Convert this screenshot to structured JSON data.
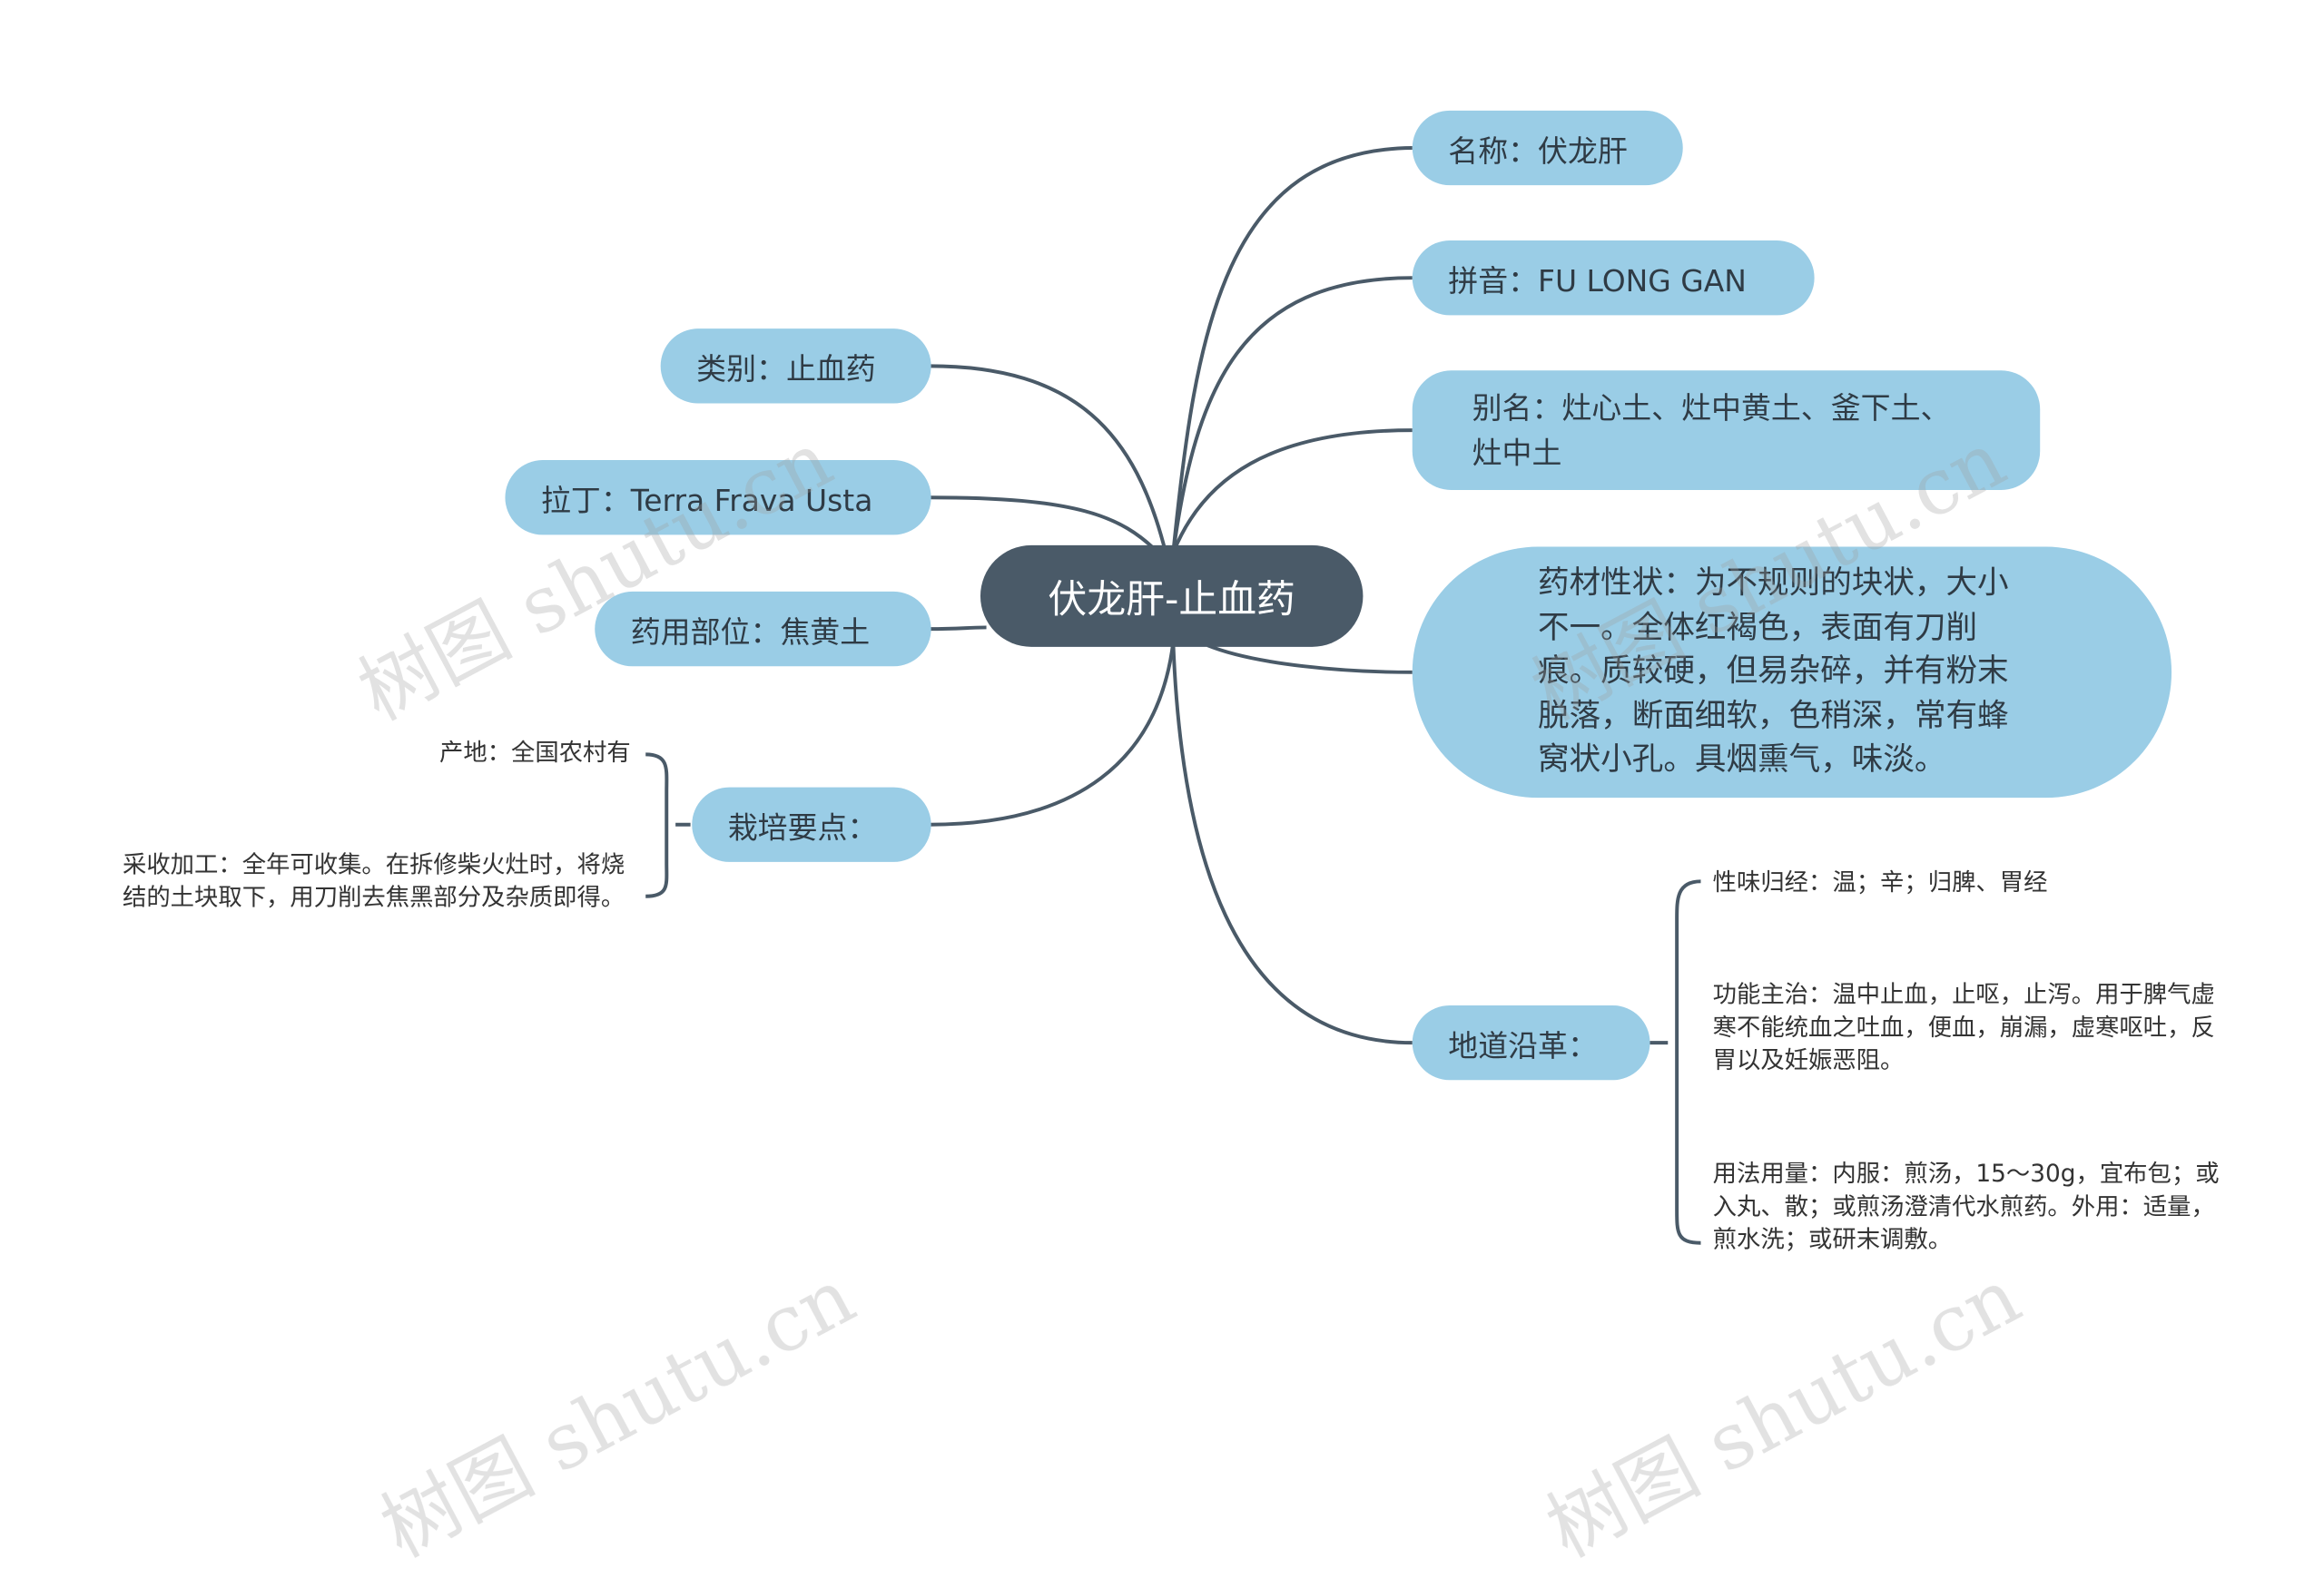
{
  "root": {
    "label": "伏龙肝-止血药"
  },
  "right": {
    "name": "名称：伏龙肝",
    "pinyin": "拼音：FU LONG GAN",
    "alias": "别名：灶心土、灶中黄土、釜下土、灶中土",
    "traits": "药材性状：为不规则的块状，大小不一。全体红褐色，表面有刀削痕。质较硬，但易杂碎，并有粉末脱落，断面细软，色稍深，常有蜂窝状小孔。具烟熏气，味淡。",
    "origin": {
      "label": "地道沿革：",
      "leaves": [
        "性味归经：温；辛；归脾、胃经",
        "功能主治：温中止血，止呕，止泻。用于脾气虚寒不能统血之吐血，便血，崩漏，虚寒呕吐，反胃以及妊娠恶阻。",
        "用法用量：内服：煎汤，15～30g，宜布包；或入丸、散；或煎汤澄清代水煎药。外用：适量，煎水洗；或研末调敷。"
      ]
    }
  },
  "left": {
    "category": "类别：止血药",
    "latin": "拉丁：Terra Frava Usta",
    "part": "药用部位：焦黄土",
    "cultivation": {
      "label": "栽培要点：",
      "leaves": [
        "产地：全国农村有",
        "采收加工：全年可收集。在拆修柴火灶时，将烧结的土块取下，用刀削去焦黑部分及杂质即得。"
      ]
    }
  },
  "watermark": "树图 shutu.cn",
  "colors": {
    "root": "#4a5a68",
    "node": "#9acde6",
    "line": "#4a5a68"
  }
}
